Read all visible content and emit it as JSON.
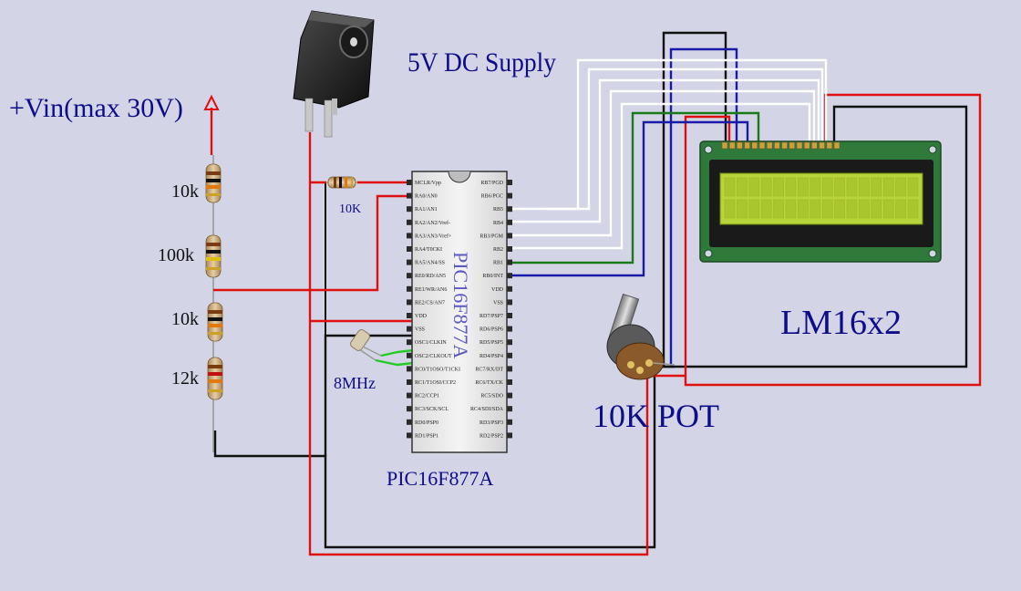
{
  "labels": {
    "vin": "+Vin(max 30V)",
    "supply": "5V DC Supply",
    "r1": "10k",
    "r2": "100k",
    "r3": "10k",
    "r4": "12k",
    "mclr_resistor": "10K",
    "crystal": "8MHz",
    "pot": "10K POT",
    "lcd": "LM16x2",
    "mcu_caption": "PIC16F877A",
    "mcu_body": "PIC16F877A"
  },
  "mcu_pins_left": [
    "MCLR/Vpp",
    "RA0/AN0",
    "RA1/AN1",
    "RA2/AN2/Vref-",
    "RA3/AN3/Vref+",
    "RA4/T0CKI",
    "RA5/AN4/SS",
    "RE0/RD/AN5",
    "RE1/WR/AN6",
    "RE2/CS/AN7",
    "VDD",
    "VSS",
    "OSC1/CLKIN",
    "OSC2/CLKOUT",
    "RC0/T1OSO/T1CKI",
    "RC1/T1OSI/CCP2",
    "RC2/CCP1",
    "RC3/SCK/SCL",
    "RD0/PSP0",
    "RD1/PSP1"
  ],
  "mcu_pins_right": [
    "RB7/PGD",
    "RB6/PGC",
    "RB5",
    "RB4",
    "RB3/PGM",
    "RB2",
    "RB1",
    "RB0/INT",
    "VDD",
    "VSS",
    "RD7/PSP7",
    "RD6/PSP6",
    "RD5/PSP5",
    "RD4/PSP4",
    "RC7/RX/DT",
    "RC6/TX/CK",
    "RC5/SDO",
    "RC4/SDI/SDA",
    "RD3/PSP3",
    "RD2/PSP2"
  ],
  "colors": {
    "background": "#d3d4e6",
    "label_text": "#0d0d8a",
    "wire_red": "#e01010",
    "wire_black": "#111111",
    "wire_white": "#ffffff",
    "wire_green": "#1a7a1a",
    "wire_blue": "#1a1aa8",
    "lcd_screen": "#b8d43a",
    "lcd_board": "#2f7a3a"
  }
}
